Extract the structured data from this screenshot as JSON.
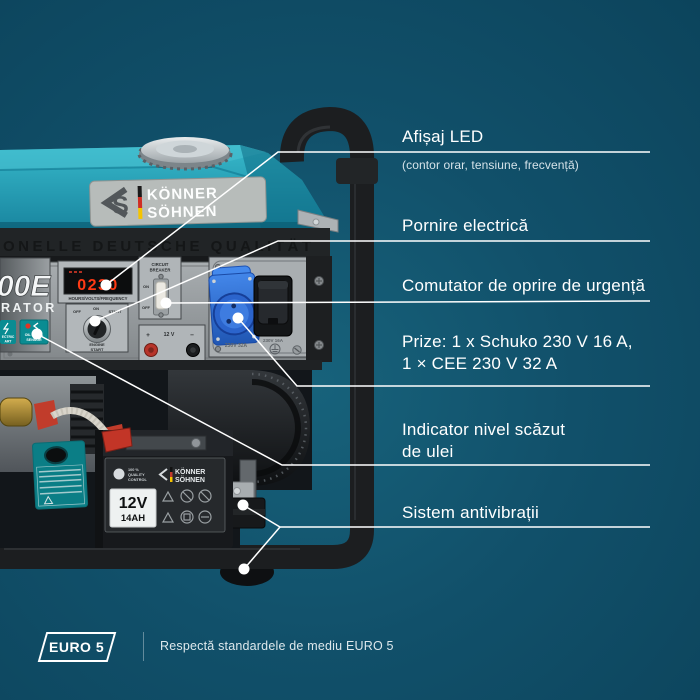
{
  "callouts": [
    {
      "title": "Afișaj LED",
      "subtitle": "(contor orar, tensiune, frecvență)"
    },
    {
      "title": "Pornire electrică"
    },
    {
      "title": "Comutator de oprire de urgență"
    },
    {
      "lines": [
        "Prize: 1 x Schuko 230 V 16 A,",
        "1 × CEE 230 V 32 A"
      ]
    },
    {
      "lines": [
        "Indicator nivel scăzut",
        "de ulei"
      ]
    },
    {
      "title": "Sistem antivibrații"
    }
  ],
  "footer": {
    "badge": "EURO 5",
    "text": "Respectă standardele de mediu EURO 5"
  },
  "machine": {
    "brand": {
      "line1": "KÖNNER",
      "line2": "SÖHNEN"
    },
    "band_text": "ONELLE DEUTSCHE QUALITÄT",
    "model_fragment": "00E",
    "model_fragment2": "RATOR",
    "stickers": {
      "electric1": "ECTRIC",
      "electric2": "ART",
      "oil1": "OIL LEVEL",
      "oil2": "SENSOR"
    },
    "led": {
      "value": "0230",
      "label": "HOURS/VOLTS/FREQUENCY"
    },
    "key": {
      "off": "OFF",
      "on": "ON",
      "start": "START",
      "caption1": "ENGINE",
      "caption2": "START"
    },
    "breaker": {
      "title1": "CIRCUIT",
      "title2": "BREAKER",
      "on": "ON",
      "off": "OFF"
    },
    "dc": {
      "plus": "+",
      "label": "12 V",
      "minus": "−"
    },
    "sockets": {
      "cee_label": "230V 32A",
      "schuko_label": "230V 16A"
    },
    "battery": {
      "q1": "100 %",
      "q2": "QUALITY",
      "q3": "CONTROL",
      "brand1": "KÖNNER",
      "brand2": "SÖHNEN",
      "v": "12V",
      "ah": "14AH"
    }
  },
  "colors": {
    "background": "#11506a",
    "accent_teal": "#2aa6b8",
    "line": "#ffffff"
  }
}
